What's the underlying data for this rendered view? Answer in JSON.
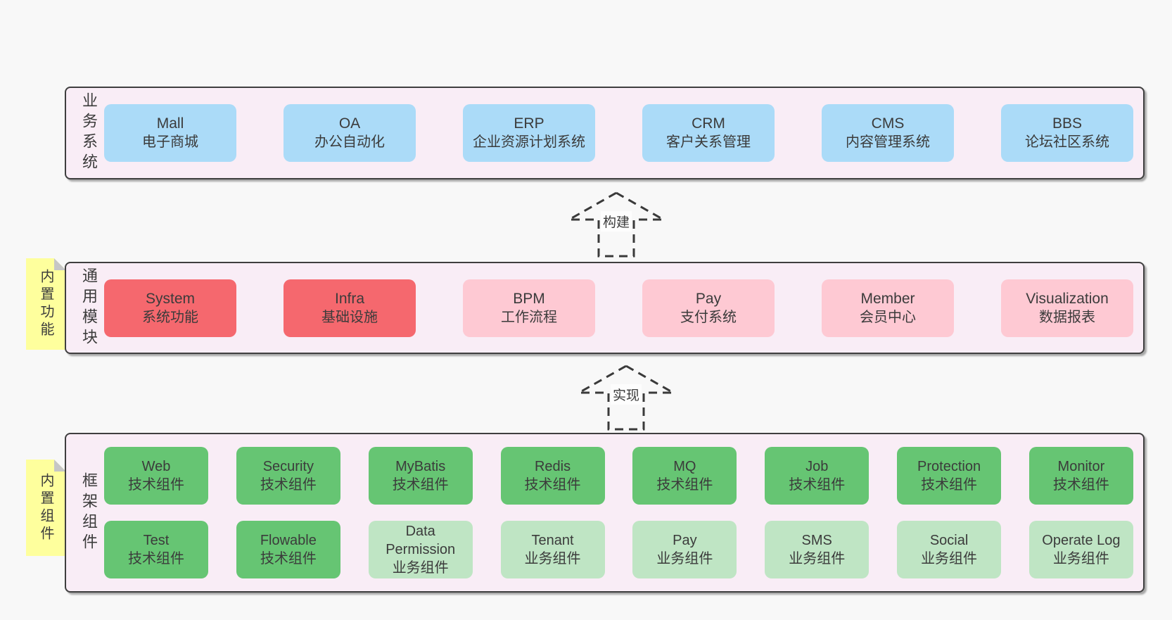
{
  "diagram": {
    "arrows": [
      {
        "label": "构建"
      },
      {
        "label": "实现"
      }
    ],
    "layers": [
      {
        "label": "业务系统",
        "rows": [
          [
            {
              "name": "Mall",
              "subtitle": "电子商城",
              "variant": "blue"
            },
            {
              "name": "OA",
              "subtitle": "办公自动化",
              "variant": "blue"
            },
            {
              "name": "ERP",
              "subtitle": "企业资源计划系统",
              "variant": "blue"
            },
            {
              "name": "CRM",
              "subtitle": "客户关系管理",
              "variant": "blue"
            },
            {
              "name": "CMS",
              "subtitle": "内容管理系统",
              "variant": "blue"
            },
            {
              "name": "BBS",
              "subtitle": "论坛社区系统",
              "variant": "blue"
            }
          ]
        ]
      },
      {
        "label": "通用模块",
        "tag": "内置功能",
        "rows": [
          [
            {
              "name": "System",
              "subtitle": "系统功能",
              "variant": "red"
            },
            {
              "name": "Infra",
              "subtitle": "基础设施",
              "variant": "red"
            },
            {
              "name": "BPM",
              "subtitle": "工作流程",
              "variant": "pink"
            },
            {
              "name": "Pay",
              "subtitle": "支付系统",
              "variant": "pink"
            },
            {
              "name": "Member",
              "subtitle": "会员中心",
              "variant": "pink"
            },
            {
              "name": "Visualization",
              "subtitle": "数据报表",
              "variant": "pink"
            }
          ]
        ]
      },
      {
        "label": "框架组件",
        "tag": "内置组件",
        "rows": [
          [
            {
              "name": "Web",
              "subtitle": "技术组件",
              "variant": "green"
            },
            {
              "name": "Security",
              "subtitle": "技术组件",
              "variant": "green"
            },
            {
              "name": "MyBatis",
              "subtitle": "技术组件",
              "variant": "green"
            },
            {
              "name": "Redis",
              "subtitle": "技术组件",
              "variant": "green"
            },
            {
              "name": "MQ",
              "subtitle": "技术组件",
              "variant": "green"
            },
            {
              "name": "Job",
              "subtitle": "技术组件",
              "variant": "green"
            },
            {
              "name": "Protection",
              "subtitle": "技术组件",
              "variant": "green"
            },
            {
              "name": "Monitor",
              "subtitle": "技术组件",
              "variant": "green"
            }
          ],
          [
            {
              "name": "Test",
              "subtitle": "技术组件",
              "variant": "green"
            },
            {
              "name": "Flowable",
              "subtitle": "技术组件",
              "variant": "green"
            },
            {
              "name": "Data Permission",
              "subtitle": "业务组件",
              "variant": "lightgreen"
            },
            {
              "name": "Tenant",
              "subtitle": "业务组件",
              "variant": "lightgreen"
            },
            {
              "name": "Pay",
              "subtitle": "业务组件",
              "variant": "lightgreen"
            },
            {
              "name": "SMS",
              "subtitle": "业务组件",
              "variant": "lightgreen"
            },
            {
              "name": "Social",
              "subtitle": "业务组件",
              "variant": "lightgreen"
            },
            {
              "name": "Operate Log",
              "subtitle": "业务组件",
              "variant": "lightgreen"
            }
          ]
        ]
      }
    ],
    "colors": {
      "page_bg": "#f8f8f8",
      "container_bg": "#f9edf6",
      "container_border": "#3f3f3f",
      "blue": "#abdbf8",
      "red": "#f5686e",
      "pink": "#fec9d3",
      "green": "#66c573",
      "lightgreen": "#bfe5c4",
      "tag_yellow": "#feff9d",
      "tag_fold_gray": "#c6c6c6",
      "text": "#3b3b3b"
    }
  }
}
